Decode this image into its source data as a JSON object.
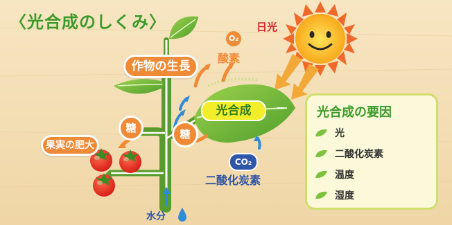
{
  "title": "〈光合成のしくみ〉",
  "labels": {
    "growth": "作物の生長",
    "fruit": "果実の肥大",
    "sugar_left": "糖",
    "sugar_stem": "糖",
    "photosynthesis": "光合成",
    "oxygen_badge": "O₂",
    "oxygen": "酸素",
    "sunlight": "日光",
    "co2_badge": "CO₂",
    "co2": "二酸化炭素",
    "water": "水分"
  },
  "factors": {
    "title": "光合成の要因",
    "items": [
      "光",
      "二酸化炭素",
      "温度",
      "湿度"
    ]
  },
  "colors": {
    "title_green": "#3c9a2a",
    "orange": "#ef8a37",
    "blue": "#2f56a8",
    "red": "#d6252d",
    "panel_border": "#cfdf6e"
  },
  "icons": {
    "sun": "smiling-sun-icon",
    "leaf": "leaf-icon",
    "tomato": "tomato-icon",
    "water_drop": "water-drop-icon"
  }
}
